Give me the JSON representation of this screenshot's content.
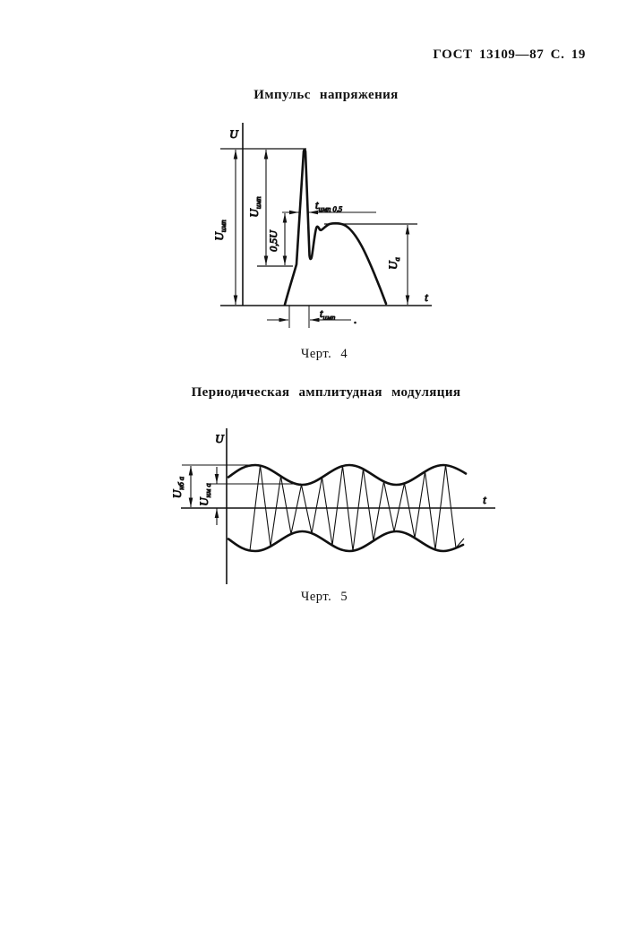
{
  "page": {
    "header": "ГОСТ 13109—87 С. 19"
  },
  "figure4": {
    "title": "Импульс напряжения",
    "caption": "Черт. 4",
    "y_axis_label": "U",
    "x_axis_label": "t",
    "labels": {
      "u_imp_outer": {
        "main": "U",
        "sub": "имп"
      },
      "u_imp_inner": {
        "main": "U",
        "sub": "имп"
      },
      "half_u": "0,5U",
      "t_imp_05": {
        "main": "t",
        "sub": "имп 0,5"
      },
      "u_a": {
        "main": "U",
        "sub": "а"
      },
      "t_imp": {
        "main": "t",
        "sub": "имп"
      }
    }
  },
  "figure5": {
    "title": "Периодическая амплитудная модуляция",
    "caption": "Черт. 5",
    "y_axis_label": "U",
    "x_axis_label": "t",
    "labels": {
      "u_nb_a": {
        "main": "U",
        "sub": "нб а"
      },
      "u_nm_a": {
        "main": "U",
        "sub": "нм а"
      }
    }
  },
  "ink_color": "#111111"
}
